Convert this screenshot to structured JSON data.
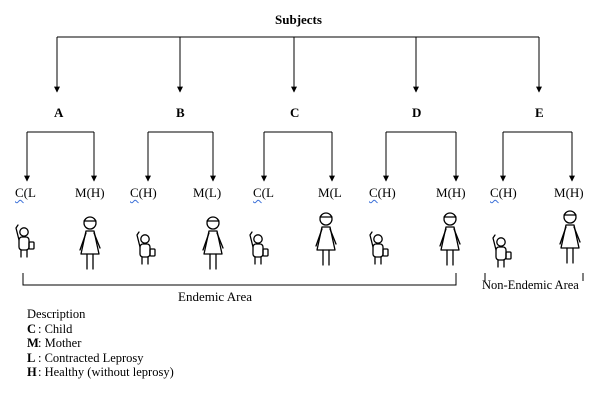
{
  "title": "Subjects",
  "groups": [
    {
      "label": "A",
      "child": {
        "code": "C",
        "status": "(L"
      },
      "mother": {
        "code": "M",
        "status": "(H)"
      }
    },
    {
      "label": "B",
      "child": {
        "code": "C",
        "status": "(H)"
      },
      "mother": {
        "code": "M",
        "status": "(L)"
      }
    },
    {
      "label": "C",
      "child": {
        "code": "C",
        "status": "(L"
      },
      "mother": {
        "code": "M",
        "status": "(L"
      }
    },
    {
      "label": "D",
      "child": {
        "code": "C",
        "status": "(H)"
      },
      "mother": {
        "code": "M",
        "status": "(H)"
      }
    },
    {
      "label": "E",
      "child": {
        "code": "C",
        "status": "(H)"
      },
      "mother": {
        "code": "M",
        "status": "(H)"
      }
    }
  ],
  "areas": {
    "endemic": "Endemic Area",
    "non_endemic": "Non-Endemic Area"
  },
  "description": {
    "heading": "Description",
    "items": [
      {
        "key": "C",
        "text": ": Child"
      },
      {
        "key": "M",
        "text": ": Mother"
      },
      {
        "key": "L",
        "text": ": Contracted Leprosy"
      },
      {
        "key": "H",
        "text": ": Healthy (without leprosy)"
      }
    ]
  },
  "icons": {
    "child": "child-figure-icon",
    "mother": "mother-figure-icon"
  }
}
